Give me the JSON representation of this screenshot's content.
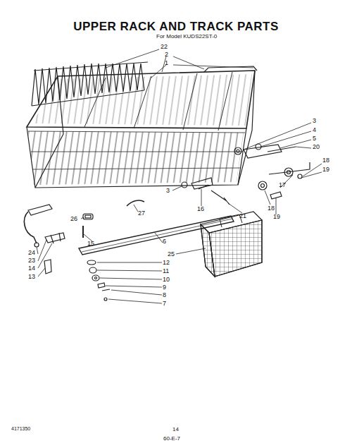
{
  "diagram": {
    "title": "UPPER RACK AND TRACK PARTS",
    "labels": [
      "For Model KUDS22ST-0",
      "22",
      "2",
      "1",
      "3",
      "4",
      "5",
      "20",
      "18",
      "19",
      "3",
      "17",
      "18",
      "19",
      "16",
      "21",
      "26",
      "27",
      "15",
      "24",
      "23",
      "14",
      "13",
      "6",
      "25",
      "12",
      "11",
      "10",
      "9",
      "8",
      "7",
      "4171350",
      "14",
      "60-E-7"
    ]
  }
}
